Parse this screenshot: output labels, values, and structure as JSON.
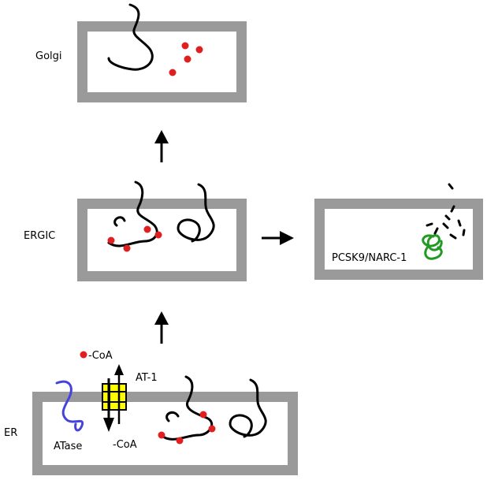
{
  "compartments": {
    "golgi": {
      "label": "Golgi"
    },
    "ergic": {
      "label": "ERGIC"
    },
    "er": {
      "label": "ER"
    },
    "degradation": {
      "label": "PCSK9/NARC-1"
    }
  },
  "er_labels": {
    "donor": "-CoA",
    "transporter": "AT-1",
    "product": "-CoA",
    "enzyme": "ATase"
  },
  "colors": {
    "membrane": "#9a9a9a",
    "lumen": "#ffffff",
    "acetyl_dot": "#e02020",
    "transporter": "#ffff00",
    "atase": "#4444dd",
    "pcsk9": "#229922",
    "protein": "#000000"
  }
}
